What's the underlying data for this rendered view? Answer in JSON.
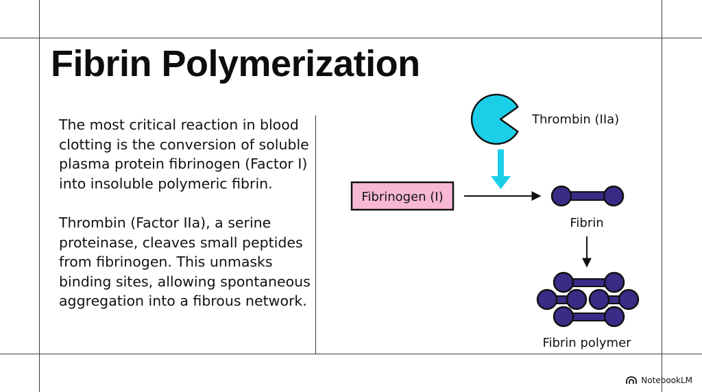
{
  "title": "Fibrin Polymerization",
  "paragraphs": [
    "The most critical reaction in blood clotting is the conversion of soluble plasma protein fibrinogen (Factor I) into insoluble polymeric fibrin.",
    "Thrombin (Factor IIa), a serine proteinase, cleaves small peptides from fibrinogen. This unmasks binding sites, allowing spontaneous aggregation into a fibrous network."
  ],
  "diagram": {
    "enzyme_label": "Thrombin (IIa)",
    "substrate_label": "Fibrinogen (I)",
    "product_label": "Fibrin",
    "polymer_label": "Fibrin polymer",
    "colors": {
      "enzyme": "#1ccfe9",
      "substrate_fill": "#f7b8d4",
      "fibrin": "#3b2a86",
      "outline": "#111111"
    }
  },
  "brand": {
    "name": "NotebookLM",
    "icon": "notebooklm-logo-icon"
  }
}
